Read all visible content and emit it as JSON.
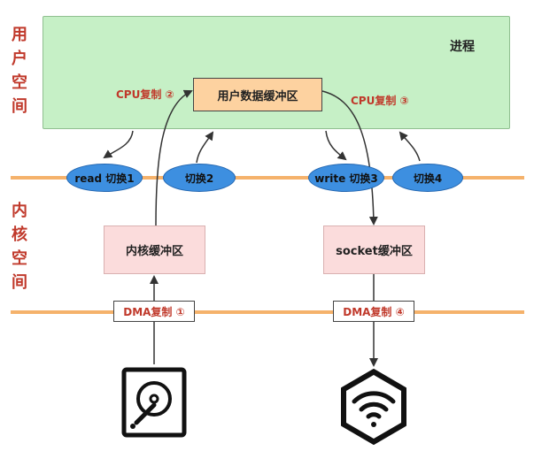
{
  "side_labels": {
    "user_space": [
      "用",
      "户",
      "空",
      "间"
    ],
    "kernel_space": [
      "内",
      "核",
      "空",
      "间"
    ]
  },
  "process": {
    "title": "进程"
  },
  "buffers": {
    "user": "用户数据缓冲区",
    "kernel": "内核缓冲区",
    "socket": "socket缓冲区"
  },
  "copies": {
    "dma_1": "DMA复制 ①",
    "cpu_2": "CPU复制 ②",
    "cpu_3": "CPU复制 ③",
    "dma_4": "DMA复制 ④"
  },
  "switches": {
    "s1": "read 切换1",
    "s2": "切换2",
    "s3": "write 切换3",
    "s4": "切换4"
  },
  "icons": [
    "hard-disk-icon",
    "wifi-icon"
  ],
  "colors": {
    "process_bg": "#c6f0c6",
    "user_buffer_bg": "#fdd2a0",
    "kernel_buffer_bg": "#fbdcdc",
    "switch_fill": "#3d8fe0",
    "boundary_line": "#f5b26b",
    "label_red": "#c0392b"
  }
}
